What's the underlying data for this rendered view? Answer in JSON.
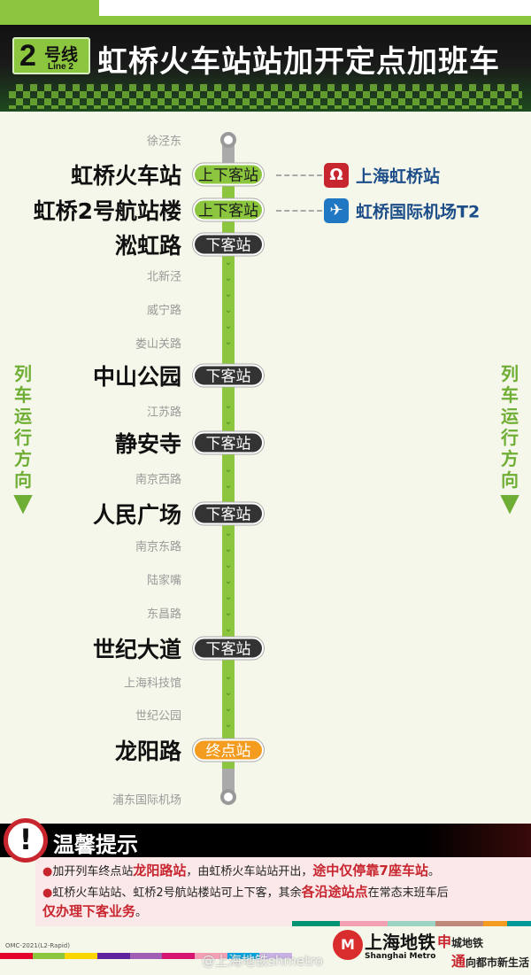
{
  "header": {
    "line_number": "2",
    "line_cn": "号线",
    "line_en": "Line 2",
    "title": "虹桥火车站站加开定点加班车"
  },
  "stations": [
    {
      "name": "徐泾东",
      "type": "minor"
    },
    {
      "name": "虹桥火车站",
      "type": "major",
      "badge": "上下客站"
    },
    {
      "name": "虹桥2号航站楼",
      "type": "major",
      "badge": "上下客站"
    },
    {
      "name": "淞虹路",
      "type": "major",
      "badge": "下客站"
    },
    {
      "name": "北新泾",
      "type": "minor"
    },
    {
      "name": "威宁路",
      "type": "minor"
    },
    {
      "name": "娄山关路",
      "type": "minor"
    },
    {
      "name": "中山公园",
      "type": "major",
      "badge": "下客站"
    },
    {
      "name": "江苏路",
      "type": "minor"
    },
    {
      "name": "静安寺",
      "type": "major",
      "badge": "下客站"
    },
    {
      "name": "南京西路",
      "type": "minor"
    },
    {
      "name": "人民广场",
      "type": "major",
      "badge": "下客站"
    },
    {
      "name": "南京东路",
      "type": "minor"
    },
    {
      "name": "陆家嘴",
      "type": "minor"
    },
    {
      "name": "东昌路",
      "type": "minor"
    },
    {
      "name": "世纪大道",
      "type": "major",
      "badge": "下客站"
    },
    {
      "name": "上海科技馆",
      "type": "minor"
    },
    {
      "name": "世纪公园",
      "type": "minor"
    },
    {
      "name": "龙阳路",
      "type": "major",
      "badge": "终点站"
    },
    {
      "name": "浦东国际机场",
      "type": "minor"
    }
  ],
  "transfers": [
    {
      "icon": "railway-icon",
      "label": "上海虹桥站",
      "color": "#c8262f"
    },
    {
      "icon": "airplane-icon",
      "label": "虹桥国际机场T2",
      "color": "#1f78c1"
    }
  ],
  "direction": {
    "chars": [
      "列",
      "车",
      "运",
      "行",
      "方",
      "向"
    ],
    "arrow": "⬇"
  },
  "tips": {
    "title": "温馨提示",
    "items": [
      {
        "parts": [
          "加开列车终点站",
          "龙阳路站",
          "，由虹桥火车站站开出，",
          "途中仅停靠7座车站",
          "。"
        ]
      },
      {
        "parts": [
          "虹桥火车站站、虹桥2号航站楼站可上下客，其余",
          "各沿途站点",
          "在常态末班车后",
          "仅办理下客业务",
          "。"
        ]
      }
    ]
  },
  "footer": {
    "code": "OMC-2021(L2-Rapid)",
    "logo_cn": "上海地铁",
    "logo_en": "Shanghai Metro",
    "slogan1a": "申",
    "slogan1b": "城地铁",
    "slogan2a": "通",
    "slogan2b": "向都市新生活",
    "watermark": "@上海地铁shmetro"
  }
}
